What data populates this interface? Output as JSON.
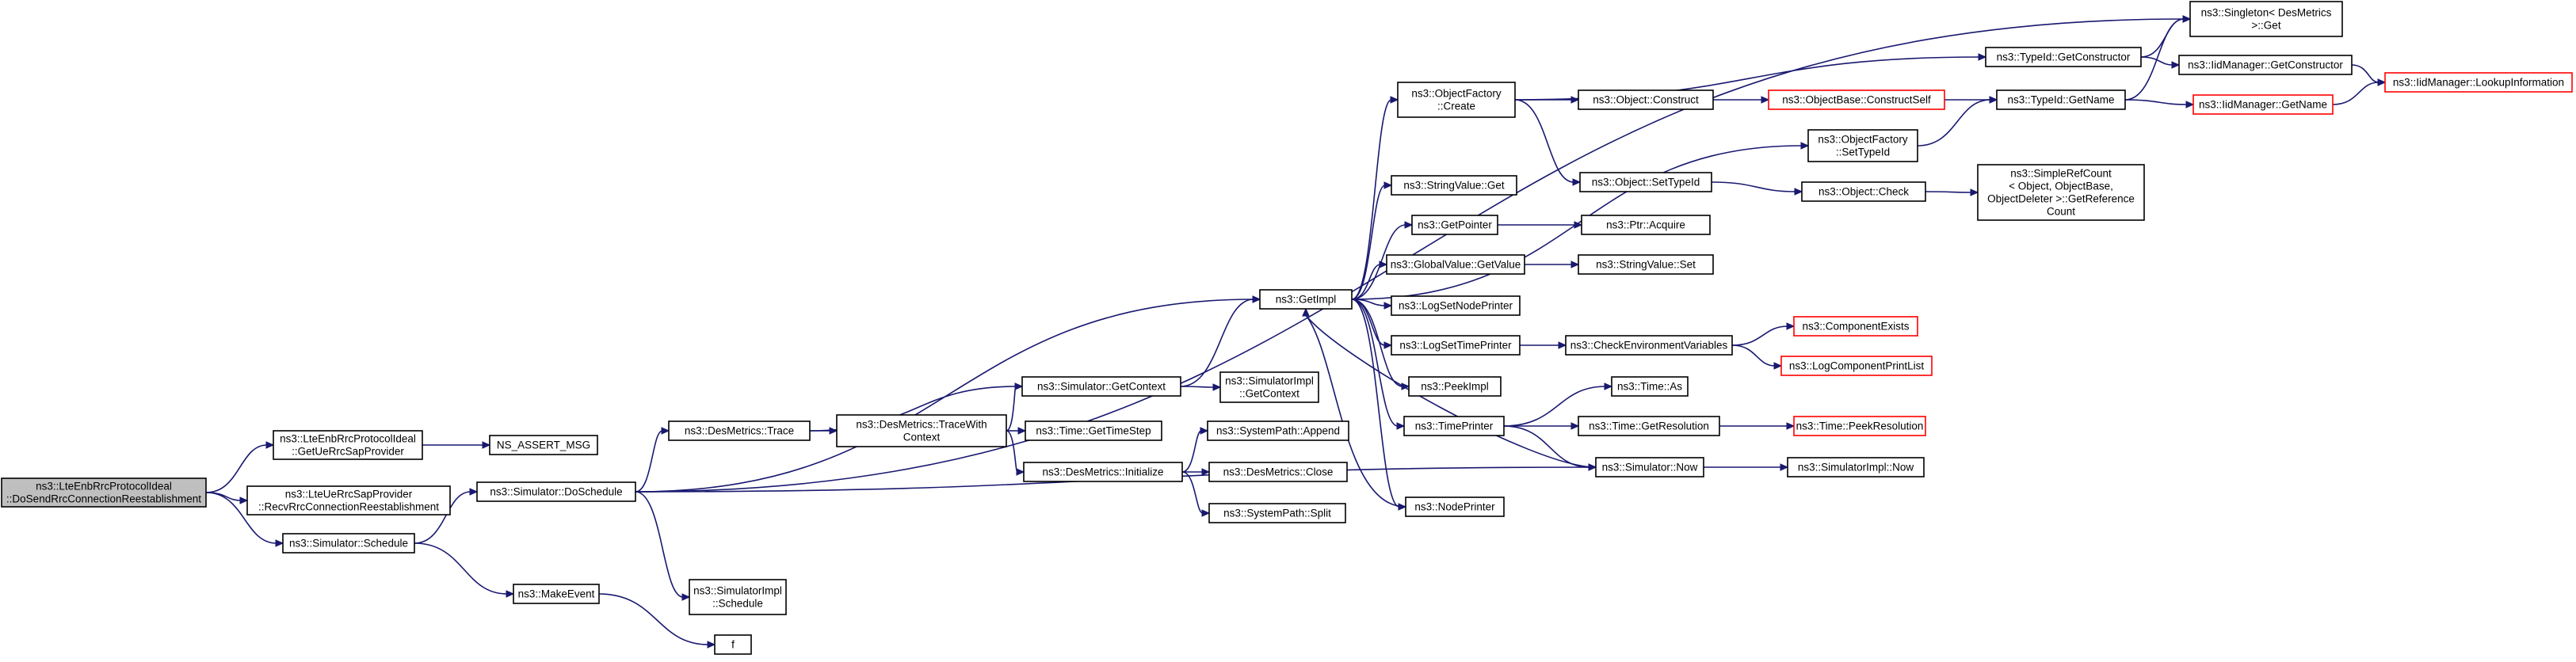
{
  "nodes": [
    {
      "id": "root",
      "lines": [
        "ns3::LteEnbRrcProtocolIdeal",
        "::DoSendRrcConnectionReestablishment"
      ],
      "root": true
    },
    {
      "id": "getUe",
      "lines": [
        "ns3::LteEnbRrcProtocolIdeal",
        "::GetUeRrcSapProvider"
      ]
    },
    {
      "id": "recv",
      "lines": [
        "ns3::LteUeRrcSapProvider",
        "::RecvRrcConnectionReestablishment"
      ]
    },
    {
      "id": "schedule",
      "lines": [
        "ns3::Simulator::Schedule"
      ]
    },
    {
      "id": "assert",
      "lines": [
        "NS_ASSERT_MSG"
      ]
    },
    {
      "id": "doSchedule",
      "lines": [
        "ns3::Simulator::DoSchedule"
      ]
    },
    {
      "id": "makeEvent",
      "lines": [
        "ns3::MakeEvent"
      ]
    },
    {
      "id": "f",
      "lines": [
        "f"
      ]
    },
    {
      "id": "implSchedule",
      "lines": [
        "ns3::SimulatorImpl",
        "::Schedule"
      ]
    },
    {
      "id": "trace",
      "lines": [
        "ns3::DesMetrics::Trace"
      ]
    },
    {
      "id": "traceWith",
      "lines": [
        "ns3::DesMetrics::TraceWith",
        "Context"
      ]
    },
    {
      "id": "getContext",
      "lines": [
        "ns3::Simulator::GetContext"
      ]
    },
    {
      "id": "implGetContext",
      "lines": [
        "ns3::SimulatorImpl",
        "::GetContext"
      ]
    },
    {
      "id": "getTimeStep",
      "lines": [
        "ns3::Time::GetTimeStep"
      ]
    },
    {
      "id": "initialize",
      "lines": [
        "ns3::DesMetrics::Initialize"
      ]
    },
    {
      "id": "append",
      "lines": [
        "ns3::SystemPath::Append"
      ]
    },
    {
      "id": "close",
      "lines": [
        "ns3::DesMetrics::Close"
      ]
    },
    {
      "id": "split",
      "lines": [
        "ns3::SystemPath::Split"
      ]
    },
    {
      "id": "getImpl",
      "lines": [
        "ns3::GetImpl"
      ]
    },
    {
      "id": "ofCreate",
      "lines": [
        "ns3::ObjectFactory",
        "::Create"
      ]
    },
    {
      "id": "strGet",
      "lines": [
        "ns3::StringValue::Get"
      ]
    },
    {
      "id": "getPointer",
      "lines": [
        "ns3::GetPointer"
      ]
    },
    {
      "id": "gvGetValue",
      "lines": [
        "ns3::GlobalValue::GetValue"
      ]
    },
    {
      "id": "logNode",
      "lines": [
        "ns3::LogSetNodePrinter"
      ]
    },
    {
      "id": "logTime",
      "lines": [
        "ns3::LogSetTimePrinter"
      ]
    },
    {
      "id": "peekImpl",
      "lines": [
        "ns3::PeekImpl"
      ]
    },
    {
      "id": "timePrinter",
      "lines": [
        "ns3::TimePrinter"
      ]
    },
    {
      "id": "nodePrinter",
      "lines": [
        "ns3::NodePrinter"
      ]
    },
    {
      "id": "objConstruct",
      "lines": [
        "ns3::Object::Construct"
      ]
    },
    {
      "id": "objSetTypeId",
      "lines": [
        "ns3::Object::SetTypeId"
      ]
    },
    {
      "id": "ptrAcquire",
      "lines": [
        "ns3::Ptr::Acquire"
      ]
    },
    {
      "id": "strSet",
      "lines": [
        "ns3::StringValue::Set"
      ]
    },
    {
      "id": "checkEnv",
      "lines": [
        "ns3::CheckEnvironmentVariables"
      ]
    },
    {
      "id": "timeAs",
      "lines": [
        "ns3::Time::As"
      ]
    },
    {
      "id": "getResolution",
      "lines": [
        "ns3::Time::GetResolution"
      ]
    },
    {
      "id": "simNow",
      "lines": [
        "ns3::Simulator::Now"
      ]
    },
    {
      "id": "typeGetCtor",
      "lines": [
        "ns3::TypeId::GetConstructor"
      ]
    },
    {
      "id": "obConstructSelf",
      "lines": [
        "ns3::ObjectBase::ConstructSelf"
      ],
      "truncated": true
    },
    {
      "id": "ofSetTypeId",
      "lines": [
        "ns3::ObjectFactory",
        "::SetTypeId"
      ]
    },
    {
      "id": "objCheck",
      "lines": [
        "ns3::Object::Check"
      ]
    },
    {
      "id": "componentExists",
      "lines": [
        "ns3::ComponentExists"
      ],
      "truncated": true
    },
    {
      "id": "logCompPrint",
      "lines": [
        "ns3::LogComponentPrintList"
      ],
      "truncated": true
    },
    {
      "id": "peekResolution",
      "lines": [
        "ns3::Time::PeekResolution"
      ],
      "truncated": true
    },
    {
      "id": "implNow",
      "lines": [
        "ns3::SimulatorImpl::Now"
      ]
    },
    {
      "id": "singleton",
      "lines": [
        "ns3::Singleton< DesMetrics",
        " >::Get"
      ]
    },
    {
      "id": "typeGetName",
      "lines": [
        "ns3::TypeId::GetName"
      ]
    },
    {
      "id": "simpleRef",
      "lines": [
        "ns3::SimpleRefCount",
        "< Object, ObjectBase,",
        "ObjectDeleter >::GetReference",
        "Count"
      ]
    },
    {
      "id": "iidGetCtor",
      "lines": [
        "ns3::IidManager::GetConstructor"
      ]
    },
    {
      "id": "iidGetName",
      "lines": [
        "ns3::IidManager::GetName"
      ],
      "truncated": true
    },
    {
      "id": "iidLookup",
      "lines": [
        "ns3::IidManager::LookupInformation"
      ],
      "truncated": true
    }
  ]
}
